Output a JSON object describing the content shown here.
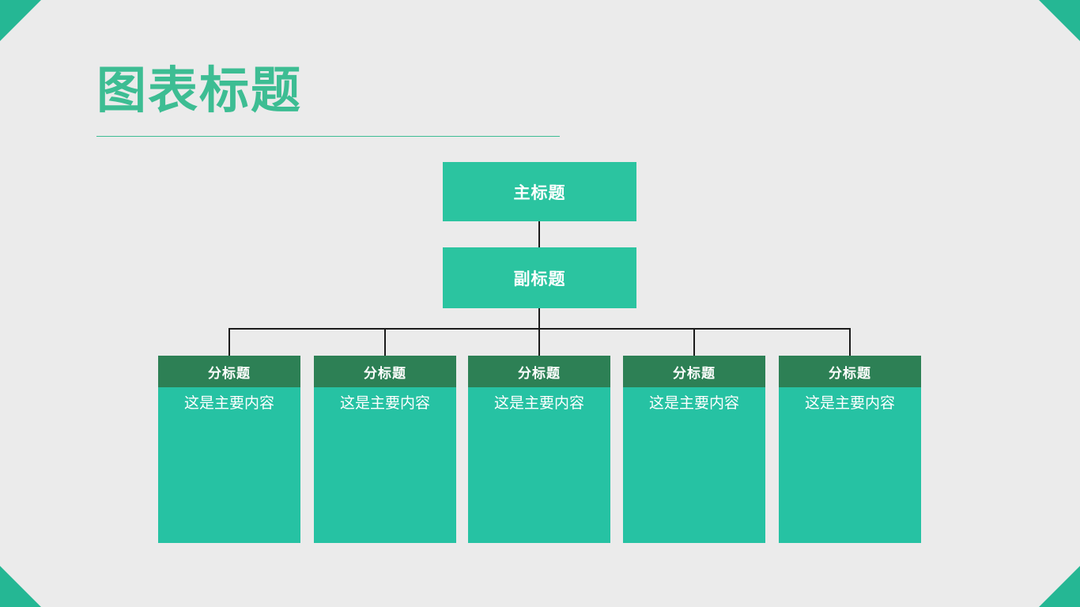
{
  "theme": {
    "background": "#ebebeb",
    "accent": "#2bc4a0",
    "accent_dark": "#2d8055",
    "title_color": "#3dbd93",
    "connector_color": "#1b1b1b",
    "corner_color": "#25b794"
  },
  "header": {
    "title": "图表标题"
  },
  "chart_data": {
    "type": "diagram",
    "diagram_type": "organization-chart",
    "title": "图表标题",
    "orientation": "top-down",
    "levels": 3,
    "root": {
      "label": "主标题",
      "level": 1
    },
    "subroot": {
      "label": "副标题",
      "level": 2
    },
    "leaves": [
      {
        "header": "分标题",
        "body": "这是主要内容",
        "level": 3,
        "index": 1
      },
      {
        "header": "分标题",
        "body": "这是主要内容",
        "level": 3,
        "index": 2
      },
      {
        "header": "分标题",
        "body": "这是主要内容",
        "level": 3,
        "index": 3
      },
      {
        "header": "分标题",
        "body": "这是主要内容",
        "level": 3,
        "index": 4
      },
      {
        "header": "分标题",
        "body": "这是主要内容",
        "level": 3,
        "index": 5
      }
    ],
    "leaf_count": 5
  },
  "decorations": {
    "corner_top_left": "triangle-corner",
    "corner_top_right": "triangle-corner",
    "corner_bottom_left": "triangle-corner",
    "corner_bottom_right": "triangle-corner",
    "title_rule": "horizontal-rule"
  }
}
